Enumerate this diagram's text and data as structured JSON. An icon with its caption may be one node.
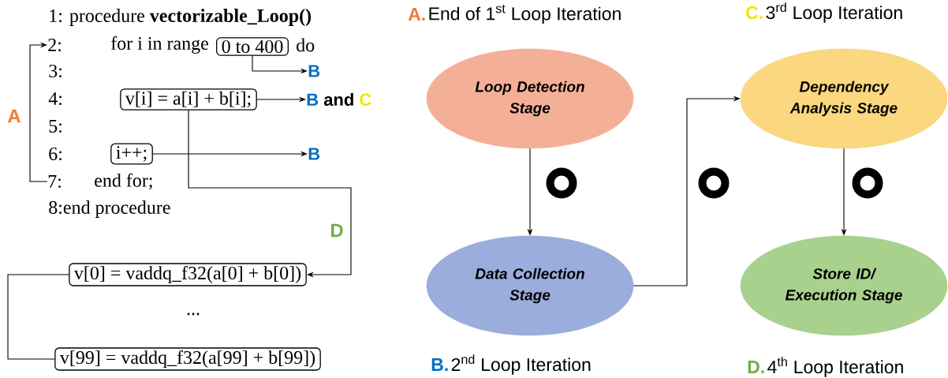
{
  "diagram": {
    "nodes": [
      {
        "text": [
          "2:"
        ]
      },
      {
        "text": [
          "0 to 400"
        ]
      },
      {
        "text": [
          "B"
        ]
      },
      {
        "text": [
          "v[i] = a[i] + b[i];"
        ]
      },
      {
        "text": [
          "B",
          "and",
          "C"
        ]
      },
      {
        "text": [
          "i++;"
        ]
      },
      {
        "text": [
          "B"
        ]
      },
      {
        "text": [
          "7:"
        ]
      },
      {
        "text": [
          "v[0] = vaddq_f32(a[0] + b[0])"
        ]
      },
      {
        "text": [
          "v[99] = vaddq_f32(a[99] + b[99])"
        ]
      },
      {
        "text": [
          "Loop Detection Stage"
        ]
      },
      {
        "text": [
          "Dependency Analysis Stage"
        ]
      },
      {
        "text": [
          "Data Collection Stage"
        ]
      },
      {
        "text": [
          "Store ID/ Execution Stage"
        ]
      }
    ],
    "edges": [
      {
        "from": 7,
        "to": 0,
        "arrow": "to",
        "label": "A"
      },
      {
        "from": 1,
        "to": 2,
        "arrow": "to"
      },
      {
        "from": 3,
        "to": 4,
        "arrow": "to"
      },
      {
        "from": 5,
        "to": 6,
        "arrow": "to"
      },
      {
        "from": 3,
        "to": 8,
        "arrow": "to",
        "label": "D"
      },
      {
        "from": 8,
        "to": 9,
        "arrow": "none"
      },
      {
        "from": 10,
        "to": 12,
        "arrow": "to"
      },
      {
        "from": 12,
        "to": 11,
        "arrow": "to"
      },
      {
        "from": 11,
        "to": 13,
        "arrow": "to"
      }
    ],
    "labels": [
      "1: procedure **vectorizable_Loop()**",
      "for i in range",
      "do",
      "3:",
      "4:",
      "5:",
      "6:",
      "end for;",
      "8:end procedure",
      "...",
      "A.",
      "End of 1$^{st}$ Loop Iteration",
      "C.",
      "3$^{rd}$ Loop Iteration",
      "B.",
      "2$^{nd}$ Loop Iteration",
      "D.",
      "4$^{th}$ Loop Iteration"
    ]
  }
}
